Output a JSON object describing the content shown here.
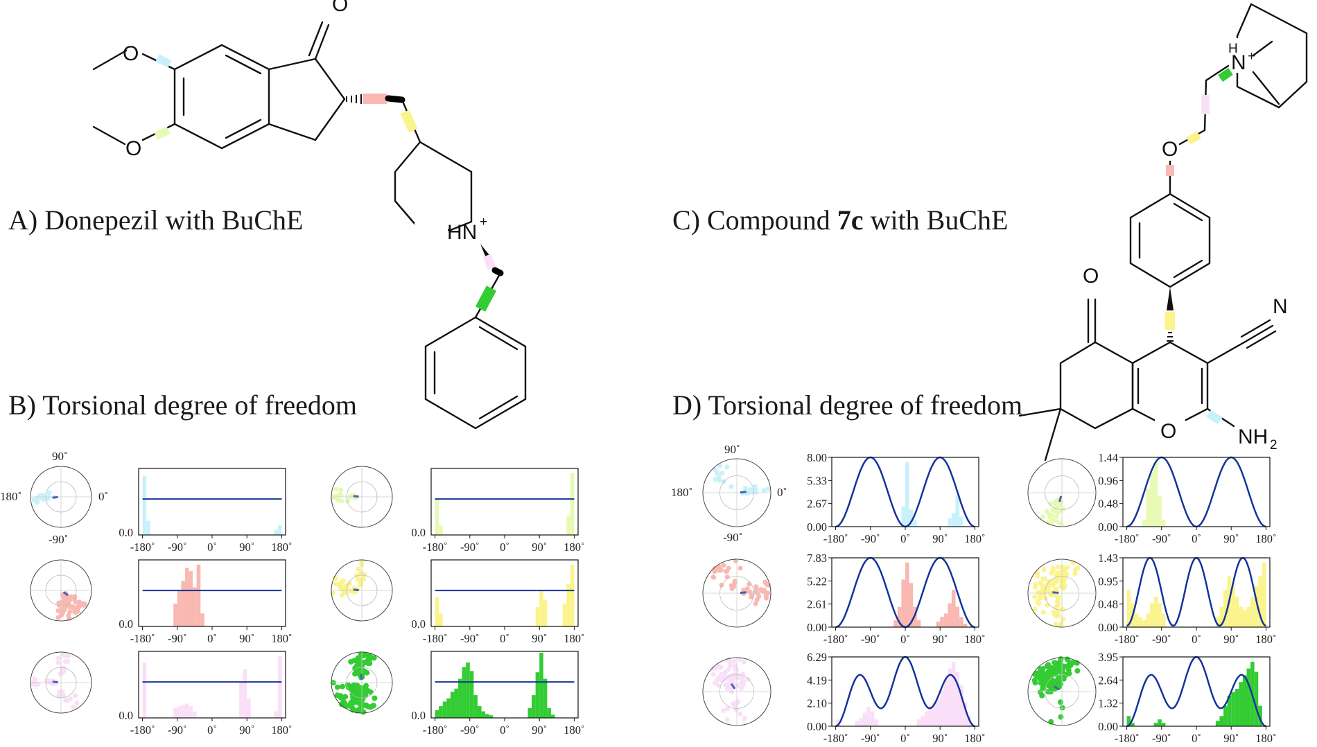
{
  "labels": {
    "A": "A) Donepezil with BuChE",
    "B": "B) Torsional degree of freedom",
    "C_pre": "C) Compound ",
    "C_bold": "7c",
    "C_post": " with BuChE",
    "D": "D) Torsional degree of freedom"
  },
  "atoms": {
    "donepezil": [
      "O",
      "O",
      "O",
      "HN",
      "+"
    ],
    "compound_7c": [
      "H",
      "N",
      "+",
      "O",
      "O",
      "N",
      "O",
      "NH",
      "2"
    ]
  },
  "polar_axis_labels": [
    "90˚",
    "0˚",
    "180˚",
    "-90˚"
  ],
  "colors": {
    "cyan": "#c8f1fb",
    "lime": "#e6fab4",
    "salmon": "#f9b8b1",
    "yellow": "#fbf38c",
    "pink": "#fadff8",
    "green": "#33cc33",
    "curve": "#14339b",
    "marker": "#4a62b0"
  },
  "chart_data": [
    {
      "type": "bar",
      "group": "B",
      "torsion_color": "cyan",
      "x_ticks": [
        "-180˚",
        "-90˚",
        "0˚",
        "90˚",
        "180˚"
      ],
      "y_ticks": [
        "0.0"
      ],
      "energy_profile": "flat",
      "histogram": {
        "centers": [
          -175,
          -165,
          165,
          175
        ],
        "values": [
          0.9,
          0.22,
          0.08,
          0.15
        ]
      }
    },
    {
      "type": "bar",
      "group": "B",
      "torsion_color": "lime",
      "x_ticks": [
        "-180˚",
        "-90˚",
        "0˚",
        "90˚",
        "180˚"
      ],
      "y_ticks": [
        "0.0"
      ],
      "energy_profile": "flat",
      "histogram": {
        "centers": [
          -175,
          -165,
          165,
          175
        ],
        "values": [
          0.55,
          0.15,
          0.3,
          0.95
        ]
      }
    },
    {
      "type": "bar",
      "group": "B",
      "torsion_color": "salmon",
      "x_ticks": [
        "-180˚",
        "-90˚",
        "0˚",
        "90˚",
        "180˚"
      ],
      "y_ticks": [
        "0.0"
      ],
      "energy_profile": "flat",
      "histogram": {
        "centers": [
          -95,
          -85,
          -75,
          -65,
          -55,
          -45,
          -35,
          -25
        ],
        "values": [
          0.35,
          0.55,
          0.7,
          0.9,
          0.85,
          0.6,
          0.95,
          0.2
        ]
      }
    },
    {
      "type": "bar",
      "group": "B",
      "torsion_color": "yellow",
      "x_ticks": [
        "-180˚",
        "-90˚",
        "0˚",
        "90˚",
        "180˚"
      ],
      "y_ticks": [
        "0.0"
      ],
      "energy_profile": "flat",
      "histogram": {
        "centers": [
          -175,
          -165,
          85,
          95,
          105,
          155,
          165,
          175
        ],
        "values": [
          0.45,
          0.2,
          0.3,
          0.55,
          0.4,
          0.35,
          0.65,
          0.95
        ]
      }
    },
    {
      "type": "bar",
      "group": "B",
      "torsion_color": "pink",
      "x_ticks": [
        "-180˚",
        "-90˚",
        "0˚",
        "90˚",
        "180˚"
      ],
      "y_ticks": [
        "0.0"
      ],
      "energy_profile": "flat",
      "histogram": {
        "centers": [
          -175,
          -95,
          -85,
          -75,
          -65,
          -55,
          -45,
          75,
          85,
          95,
          165,
          175
        ],
        "values": [
          0.85,
          0.15,
          0.18,
          0.2,
          0.22,
          0.18,
          0.1,
          0.55,
          0.75,
          0.3,
          0.1,
          0.95
        ]
      }
    },
    {
      "type": "bar",
      "group": "B",
      "torsion_color": "green",
      "x_ticks": [
        "-180˚",
        "-90˚",
        "0˚",
        "90˚",
        "180˚"
      ],
      "y_ticks": [
        "0.0"
      ],
      "energy_profile": "flat",
      "histogram": {
        "centers": [
          -175,
          -165,
          -155,
          -145,
          -135,
          -125,
          -115,
          -105,
          -95,
          -85,
          -75,
          -65,
          -55,
          -45,
          -35,
          65,
          75,
          85,
          95,
          105,
          115,
          125
        ],
        "values": [
          0.12,
          0.18,
          0.25,
          0.3,
          0.4,
          0.45,
          0.6,
          0.78,
          0.85,
          0.72,
          0.35,
          0.18,
          0.1,
          0.06,
          0.04,
          0.15,
          0.35,
          0.7,
          1.0,
          0.6,
          0.15,
          0.05
        ]
      }
    },
    {
      "type": "bar",
      "group": "D",
      "torsion_color": "cyan",
      "y_ticks": [
        "8.00",
        "5.33",
        "2.67",
        "0.00"
      ],
      "ylim": [
        0,
        8.0
      ],
      "energy_profile": {
        "n": 2,
        "phase": 0,
        "offset": 0,
        "max": 8.0
      },
      "x_ticks": [
        "-180˚",
        "-90˚",
        "0˚",
        "90˚",
        "180˚"
      ],
      "histogram": {
        "centers": [
          -5,
          5,
          15,
          25,
          115,
          125,
          135,
          145
        ],
        "values": [
          0.3,
          0.95,
          0.25,
          0.1,
          0.12,
          0.2,
          0.45,
          0.15
        ]
      }
    },
    {
      "type": "bar",
      "group": "D",
      "torsion_color": "lime",
      "y_ticks": [
        "1.44",
        "0.96",
        "0.48",
        "0.00"
      ],
      "ylim": [
        0,
        1.44
      ],
      "energy_profile": {
        "n": 2,
        "phase": 0,
        "offset": 0,
        "max": 1.44
      },
      "x_ticks": [
        "-180˚",
        "-90˚",
        "0˚",
        "90˚",
        "180˚"
      ],
      "histogram": {
        "centers": [
          -135,
          -125,
          -115,
          -105,
          -95,
          -85
        ],
        "values": [
          0.1,
          0.55,
          0.8,
          0.95,
          0.45,
          0.1
        ]
      }
    },
    {
      "type": "bar",
      "group": "D",
      "torsion_color": "salmon",
      "y_ticks": [
        "7.83",
        "5.22",
        "2.61",
        "0.00"
      ],
      "ylim": [
        0,
        7.83
      ],
      "energy_profile": {
        "n": 2,
        "phase": 0,
        "offset": 0,
        "max": 7.83
      },
      "x_ticks": [
        "-180˚",
        "-90˚",
        "0˚",
        "90˚",
        "180˚"
      ],
      "histogram": {
        "centers": [
          -25,
          -15,
          -5,
          5,
          15,
          25,
          35,
          85,
          95,
          105,
          115,
          125,
          135,
          145,
          155
        ],
        "values": [
          0.1,
          0.3,
          0.7,
          0.95,
          0.65,
          0.3,
          0.1,
          0.08,
          0.15,
          0.2,
          0.35,
          0.55,
          0.3,
          0.15,
          0.05
        ]
      }
    },
    {
      "type": "bar",
      "group": "D",
      "torsion_color": "yellow",
      "y_ticks": [
        "1.43",
        "0.95",
        "0.48",
        "0.00"
      ],
      "ylim": [
        0,
        1.43
      ],
      "energy_profile": {
        "n": 3,
        "phase": 0,
        "offset": 0.5,
        "max": 1.43
      },
      "x_ticks": [
        "-180˚",
        "-90˚",
        "0˚",
        "90˚",
        "180˚"
      ],
      "histogram": {
        "centers": [
          -175,
          -165,
          -155,
          -145,
          -135,
          -125,
          -115,
          -105,
          -95,
          -85,
          55,
          65,
          75,
          85,
          95,
          105,
          115,
          125,
          135,
          145,
          155,
          165,
          175
        ],
        "values": [
          0.55,
          0.35,
          0.2,
          0.15,
          0.1,
          0.2,
          0.35,
          0.45,
          0.35,
          0.2,
          0.15,
          0.3,
          0.55,
          0.75,
          0.6,
          0.45,
          0.3,
          0.25,
          0.3,
          0.45,
          0.6,
          0.75,
          0.95
        ]
      }
    },
    {
      "type": "bar",
      "group": "D",
      "torsion_color": "pink",
      "y_ticks": [
        "6.29",
        "4.19",
        "2.10",
        "0.00"
      ],
      "ylim": [
        0,
        6.29
      ],
      "energy_profile": {
        "n": 3,
        "phase": 0,
        "offset": 0.35,
        "max": 6.29
      },
      "x_ticks": [
        "-180˚",
        "-90˚",
        "0˚",
        "90˚",
        "180˚"
      ],
      "histogram": {
        "centers": [
          -175,
          -125,
          -115,
          -105,
          -95,
          -85,
          -75,
          35,
          45,
          55,
          65,
          75,
          85,
          95,
          105,
          115,
          125,
          135,
          145,
          155,
          165
        ],
        "values": [
          0.1,
          0.08,
          0.12,
          0.2,
          0.28,
          0.22,
          0.1,
          0.1,
          0.15,
          0.22,
          0.3,
          0.35,
          0.4,
          0.55,
          0.7,
          0.85,
          0.95,
          0.8,
          0.6,
          0.35,
          0.15
        ]
      }
    },
    {
      "type": "bar",
      "group": "D",
      "torsion_color": "green",
      "y_ticks": [
        "3.95",
        "2.64",
        "1.32",
        "0.00"
      ],
      "ylim": [
        0,
        3.95
      ],
      "energy_profile": {
        "n": 3,
        "phase": 0,
        "offset": 0.35,
        "max": 3.95
      },
      "x_ticks": [
        "-180˚",
        "-90˚",
        "0˚",
        "90˚",
        "180˚"
      ],
      "histogram": {
        "centers": [
          -175,
          -165,
          -105,
          -95,
          -85,
          55,
          65,
          75,
          85,
          95,
          105,
          115,
          125,
          135,
          145,
          155,
          165
        ],
        "values": [
          0.15,
          0.05,
          0.05,
          0.1,
          0.05,
          0.08,
          0.15,
          0.3,
          0.45,
          0.5,
          0.55,
          0.65,
          0.75,
          0.85,
          0.95,
          0.8,
          0.3
        ]
      }
    }
  ]
}
